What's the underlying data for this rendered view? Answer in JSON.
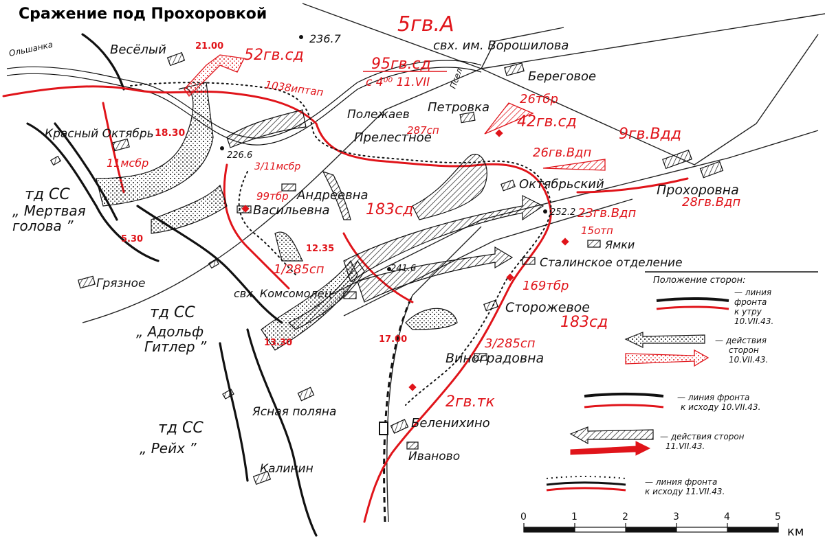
{
  "title": "Сражение под Прохоровкой",
  "colors": {
    "front": "#e0141a",
    "ink": "#111111",
    "background": "#ffffff"
  },
  "places": {
    "vesely": "Весёлый",
    "olshanka": "Ольшанка",
    "h2367": "236.7",
    "svh_voroshilova": "свх. им. Ворошилова",
    "beregovoe": "Береговое",
    "polezhaev": "Полежаев",
    "petrovka": "Петровка",
    "prelestnoe": "Прелестное",
    "krasny_oktyabr": "Красный Октябрь",
    "h2266": "226.6",
    "andreevka": "Андреевна",
    "vasilevka": "Васильевна",
    "oktyabrsky": "Октябрьский",
    "prokhorovka": "Прохоровна",
    "h2522": "252.2",
    "yamki": "Ямки",
    "stalinskoe": "Сталинское отделение",
    "h2416": "241.6",
    "gryaznoe": "Грязное",
    "svh_komsomolets": "свх. Комсомолец",
    "storozhevoe": "Сторожевое",
    "vinogradovka": "Виноградовна",
    "yasnaya_polyana": "Ясная поляна",
    "belenikhino": "Беленихино",
    "ivanovo": "Иваново",
    "kalinin": "Калинин",
    "psel": "Псел"
  },
  "units_red": {
    "a5gv": "5гв.А",
    "sd52": "52гв.сд",
    "sd95": "95гв.сд",
    "sd95_time": "с 4⁰⁰ 11.VII",
    "iptap1038": "1038иптап",
    "tbr26": "26тбр",
    "sd42": "42гв.сд",
    "sp287": "287сп",
    "vdd9": "9гв.Вдд",
    "vdp26": "26гв.Вдп",
    "msbr11": "11мсбр",
    "msbr3_11": "3/11мсбр",
    "tbr99": "99тбр",
    "sd183_a": "183сд",
    "vdp28": "28гв.Вдп",
    "vdp23": "23гв.Вдп",
    "otp15": "15отп",
    "sp1_285": "1/285сп",
    "tbr169": "169тбр",
    "sd183_b": "183сд",
    "sp3_285": "3/285сп",
    "tk2gv": "2гв.тк"
  },
  "times": {
    "t2100": "21.00",
    "t1830": "18.30",
    "t530": "5.30",
    "t1235": "12.35",
    "t1330": "13.30",
    "t1700": "17.00"
  },
  "german_units": {
    "td_ss_1": "тд СС",
    "mertvaya": "„ Мертвая",
    "golova": "голова ”",
    "td_ss_2": "тд СС",
    "adolf": "„ Адольф",
    "gitler": "Гитлер ”",
    "td_ss_3": "тд СС",
    "reich": "„ Рейх ”"
  },
  "legend": {
    "title": "Положение сторон:",
    "item1": [
      "— линия",
      "фронта",
      "к утру",
      "10.VII.43."
    ],
    "item2": [
      "— действия",
      "сторон",
      "10.VII.43."
    ],
    "item3": [
      "— линия фронта",
      "к исходу 10.VII.43."
    ],
    "item4": [
      "— действия сторон",
      "11.VII.43."
    ],
    "item5": [
      "— линия фронта",
      "к исходу 11.VII.43."
    ]
  },
  "scale": {
    "labels": [
      "0",
      "1",
      "2",
      "3",
      "4",
      "5"
    ],
    "unit": "км"
  }
}
